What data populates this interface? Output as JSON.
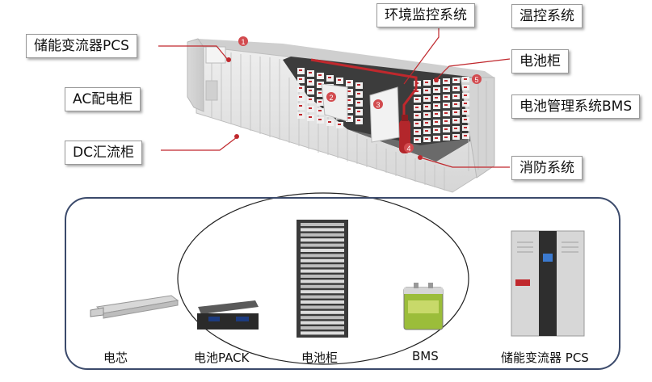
{
  "callouts": {
    "pcs": "储能变流器PCS",
    "ac_cabinet": "AC配电柜",
    "dc_cabinet": "DC汇流柜",
    "env_monitor": "环境监控系统",
    "temp_control": "温控系统",
    "battery_cabinet": "电池柜",
    "bms": "电池管理系统BMS",
    "fire": "消防系统"
  },
  "markers": [
    "1",
    "2",
    "3",
    "4",
    "5"
  ],
  "components": {
    "cell": "电芯",
    "pack": "电池PACK",
    "rack": "电池柜",
    "bms": "BMS",
    "pcs": "储能变流器 PCS"
  },
  "colors": {
    "accent_red": "#c0282d",
    "frame": "#3b4a6b",
    "container": "#e2e2e2"
  }
}
